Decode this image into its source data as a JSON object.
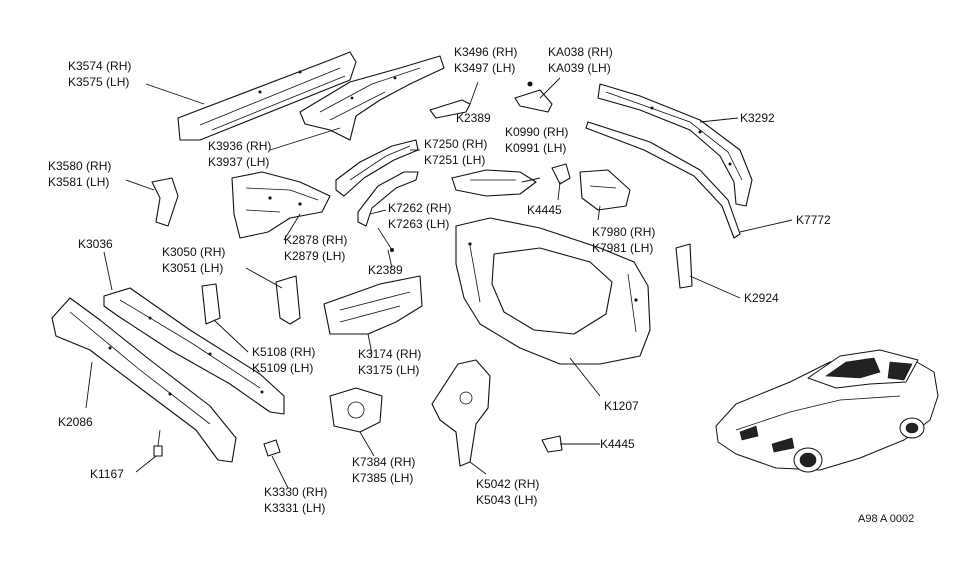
{
  "diagram": {
    "ref_code": "A98 A 0002",
    "labels": {
      "k3574": "K3574 (RH)",
      "k3575": "K3575 (LH)",
      "k3936": "K3936 (RH)",
      "k3937": "K3937 (LH)",
      "k3496": "K3496 (RH)",
      "k3497": "K3497 (LH)",
      "ka038": "KA038 (RH)",
      "ka039": "KA039 (LH)",
      "k2389a": "K2389",
      "k3292": "K3292",
      "k3580": "K3580 (RH)",
      "k3581": "K3581 (LH)",
      "k7250": "K7250 (RH)",
      "k7251": "K7251 (LH)",
      "k0990": "K0990 (RH)",
      "k0991": "K0991 (LH)",
      "k2878": "K2878 (RH)",
      "k2879": "K2879 (LH)",
      "k7262": "K7262 (RH)",
      "k7263": "K7263 (LH)",
      "k4445a": "K4445",
      "k7980": "K7980 (RH)",
      "k7981": "K7981 (LH)",
      "k7772": "K7772",
      "k3036": "K3036",
      "k3050": "K3050 (RH)",
      "k3051": "K3051 (LH)",
      "k2389b": "K2389",
      "k2924": "K2924",
      "k5108": "K5108 (RH)",
      "k5109": "K5109 (LH)",
      "k3174": "K3174 (RH)",
      "k3175": "K3175 (LH)",
      "k1207": "K1207",
      "k2086": "K2086",
      "k4445b": "K4445",
      "k7384": "K7384 (RH)",
      "k7385": "K7385 (LH)",
      "k1167": "K1167",
      "k5042": "K5042 (RH)",
      "k5043": "K5043 (LH)",
      "k3330": "K3330 (RH)",
      "k3331": "K3331 (LH)"
    }
  }
}
